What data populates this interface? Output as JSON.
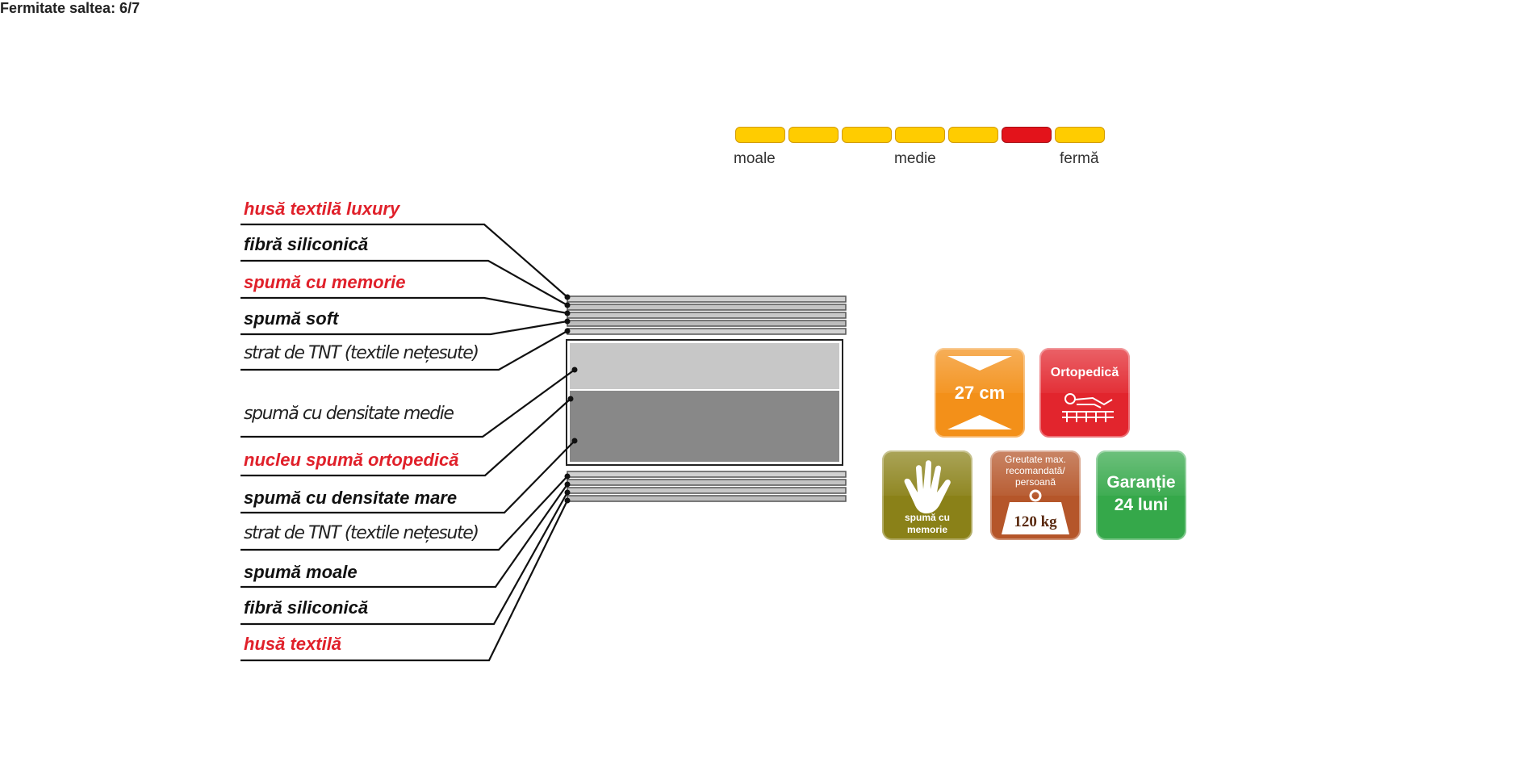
{
  "firmness": {
    "title": "Fermitate saltea: 6/7",
    "level": 6,
    "max": 7,
    "labels": {
      "soft": "moale",
      "medium": "medie",
      "firm": "fermă"
    },
    "colors": {
      "inactive": "#ffcc00",
      "active": "#e3131b"
    }
  },
  "layers": {
    "top": [
      {
        "label": "husă textilă luxury",
        "color": "red"
      },
      {
        "label": "fibră siliconică",
        "color": "black"
      },
      {
        "label": "spumă cu memorie",
        "color": "red"
      },
      {
        "label": "spumă soft",
        "color": "black"
      },
      {
        "label": "strat de TNT (textile nețesute)",
        "color": "black"
      },
      {
        "label": "spumă cu densitate medie",
        "color": "black"
      },
      {
        "label": "nucleu spumă ortopedică",
        "color": "red"
      }
    ],
    "bottom": [
      {
        "label": "spumă cu densitate mare",
        "color": "black"
      },
      {
        "label": "strat de TNT (textile nețesute)",
        "color": "black"
      },
      {
        "label": "spumă moale",
        "color": "black"
      },
      {
        "label": "fibră siliconică",
        "color": "black"
      },
      {
        "label": "husă textilă",
        "color": "red"
      }
    ]
  },
  "badges": {
    "height": {
      "value": "27 cm",
      "color": "#f39019"
    },
    "orthopedic": {
      "label": "Ortopedică",
      "color": "#e2252d"
    },
    "memory": {
      "label_line1": "spumă cu",
      "label_line2": "memorie",
      "color": "#8a8118"
    },
    "weight": {
      "line1": "Greutate max.",
      "line2": "recomandată/",
      "line3": "persoană",
      "value": "120 kg",
      "color": "#b5562a"
    },
    "warranty": {
      "line1": "Garanție",
      "line2": "24 luni",
      "color": "#35a84a"
    }
  }
}
